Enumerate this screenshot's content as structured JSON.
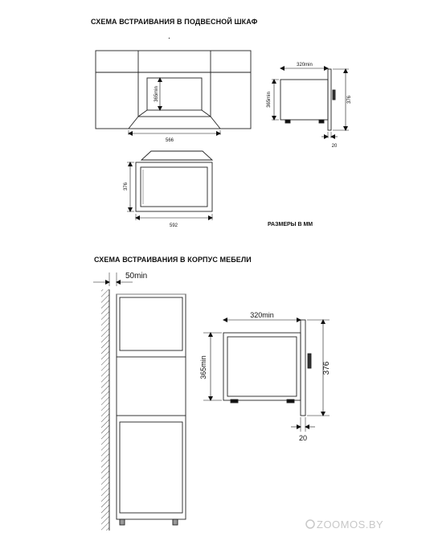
{
  "titles": {
    "wall_cabinet": "СХЕМА ВСТРАИВАНИЯ В ПОДВЕСНОЙ ШКАФ",
    "furniture_case": "СХЕМА ВСТРАИВАНИЯ В КОРПУС МЕБЕЛИ"
  },
  "units_note": "РАЗМЕРЫ В ММ",
  "top_dims": {
    "niche_height": "365min",
    "cabinet_width": "566",
    "side_depth": "320min",
    "side_niche_height": "365min",
    "side_height": "376",
    "side_frame": "20",
    "front_height": "376",
    "front_width": "592"
  },
  "bottom_dims": {
    "gap": "50min",
    "side_depth": "320min",
    "niche_height": "365min",
    "height": "376",
    "frame": "20"
  },
  "watermark": "ZOOMOS.BY"
}
